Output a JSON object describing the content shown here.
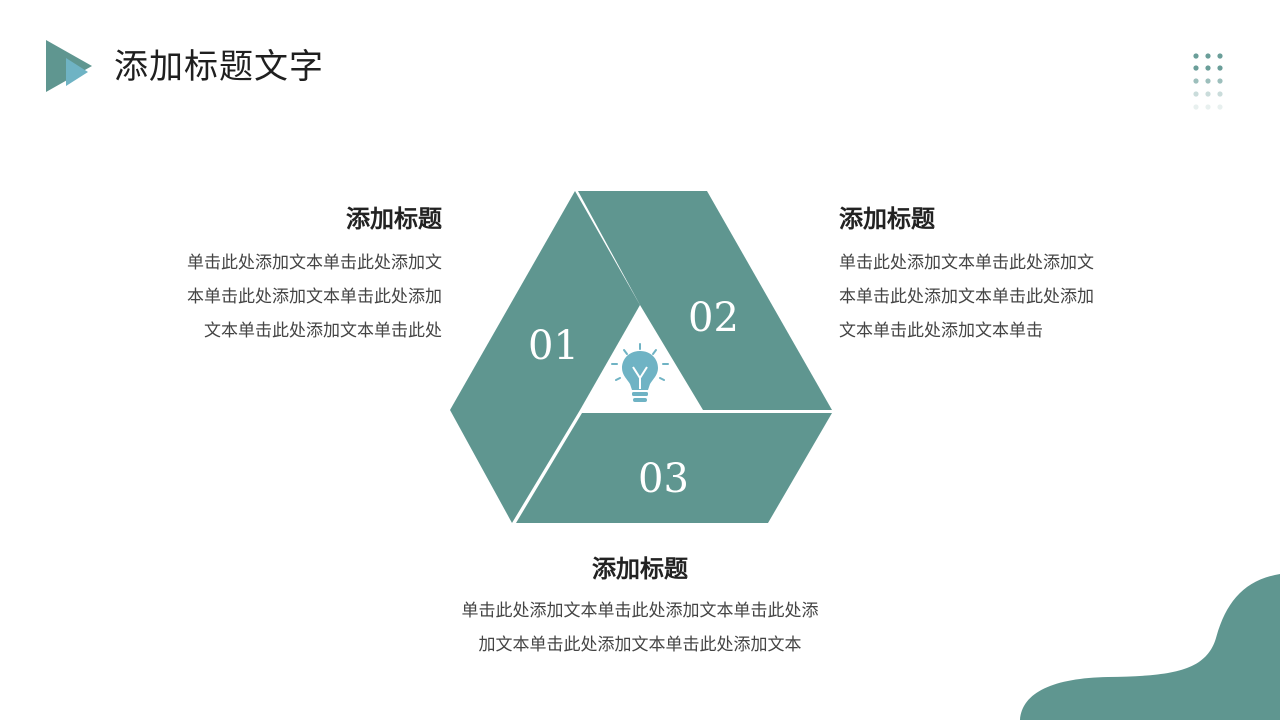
{
  "header": {
    "title": "添加标题文字"
  },
  "colors": {
    "teal": "#5f9690",
    "light_blue": "#6fb3c4",
    "dot": "#6a9e99",
    "white": "#ffffff"
  },
  "diagram": {
    "segments": [
      {
        "number": "01"
      },
      {
        "number": "02"
      },
      {
        "number": "03"
      }
    ],
    "center_icon": "lightbulb-icon"
  },
  "blocks": {
    "left": {
      "title": "添加标题",
      "lines": [
        "单击此处添加文本单击此处添加文",
        "本单击此处添加文本单击此处添加",
        "文本单击此处添加文本单击此处"
      ]
    },
    "right": {
      "title": "添加标题",
      "lines": [
        "单击此处添加文本单击此处添加文",
        "本单击此处添加文本单击此处添加",
        "文本单击此处添加文本单击"
      ]
    },
    "bottom": {
      "title": "添加标题",
      "lines": [
        "单击此处添加文本单击此处添加文本单击此处添",
        "加文本单击此处添加文本单击此处添加文本"
      ]
    }
  }
}
